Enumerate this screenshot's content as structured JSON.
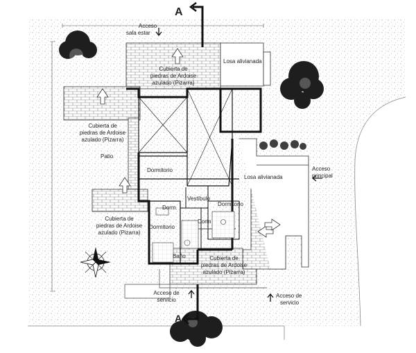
{
  "section_marker": {
    "letter": "A"
  },
  "labels": {
    "acceso_sala_estar_1": "Acceso",
    "acceso_sala_estar_2": "sala estar",
    "losa_alivianada_top": "Losa alivianada",
    "cubierta_top_1": "Cubierta de",
    "cubierta_top_2": "piedras de Ardoise",
    "cubierta_top_3": "azulado (Pizarra)",
    "cubierta_left_1": "Cubierta de",
    "cubierta_left_2": "piedras de Ardoise",
    "cubierta_left_3": "azulado (Pizarra)",
    "patio": "Patio",
    "dormitorio_1": "Dormitorio",
    "losa_alivianada_right": "Losa alivianada",
    "acceso_principal_1": "Acceso",
    "acceso_principal_2": "principal",
    "vestibulo": "Vestíbulo",
    "dormitorio_2": "Dormitorio",
    "dorm_1": "Dorm.",
    "cubierta_lower_left_1": "Cubierta de",
    "cubierta_lower_left_2": "piedras de Ardoise",
    "cubierta_lower_left_3": "azulado (Pizarra)",
    "dormitorio_3": "Dormitorio",
    "dorm_2": "Dorm",
    "bano": "Baño",
    "cubierta_bottom_1": "Cubierta de",
    "cubierta_bottom_2": "piedras de Ardoise",
    "cubierta_bottom_3": "azulado (Pizarra)",
    "acceso_servicio_left_1": "Acceso de",
    "acceso_servicio_left_2": "servicio",
    "acceso_servicio_right_1": "Acceso de",
    "acceso_servicio_right_2": "servicio"
  },
  "icons": [
    "section-arrow-icon",
    "north-compass-icon",
    "tree-icon",
    "slope-arrow-icon",
    "access-arrow-icon"
  ],
  "colors": {
    "line": "#111111",
    "hatch": "#777777",
    "stipple": "#9a9a9a",
    "tree": "#222222"
  }
}
